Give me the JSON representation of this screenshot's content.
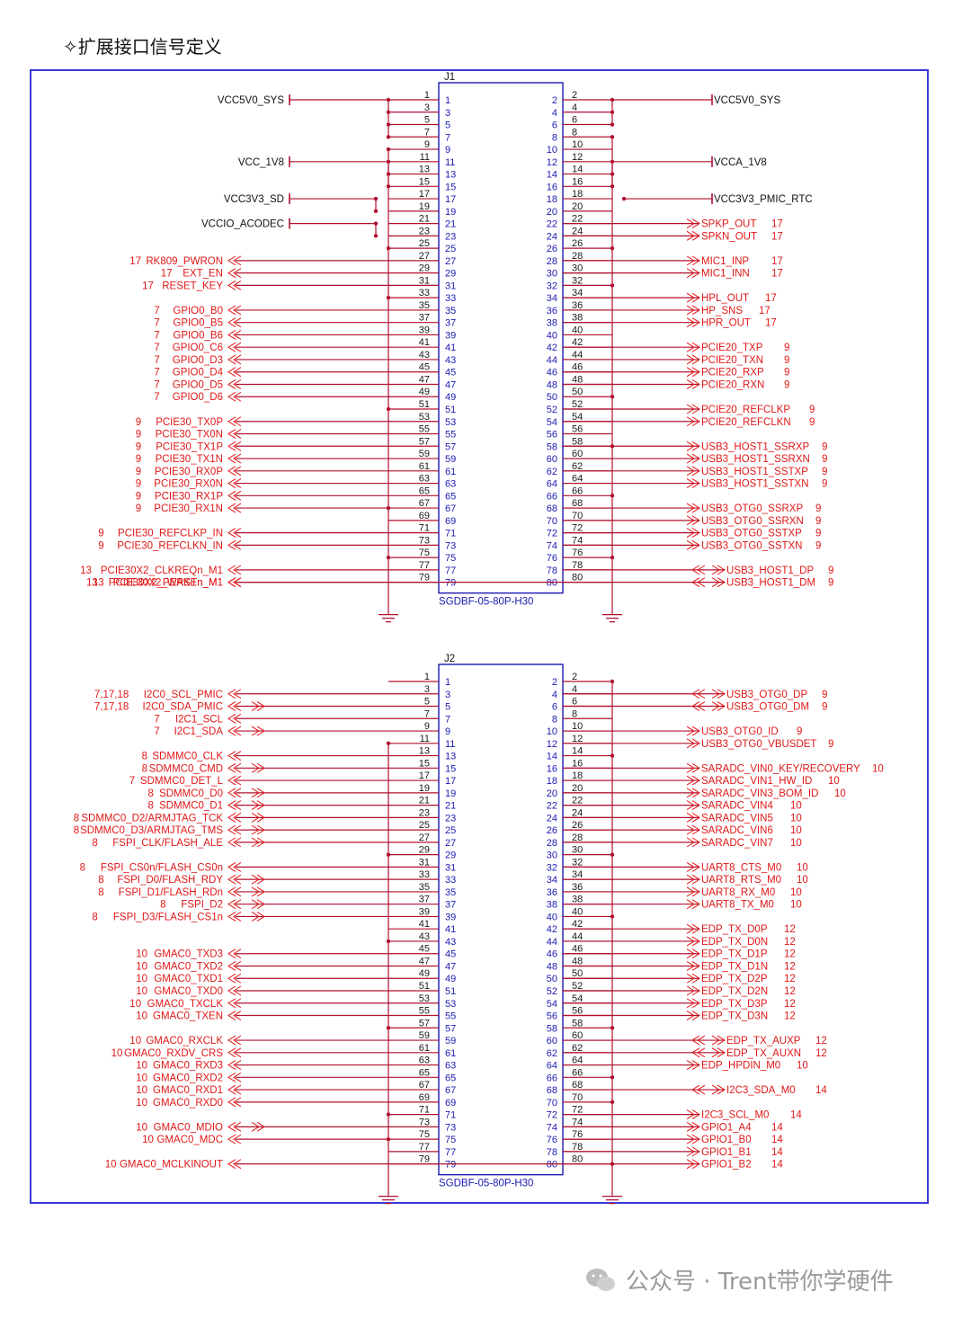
{
  "title": "✧扩展接口信号定义",
  "watermark": "公众号 · Trent带你学硬件",
  "colors": {
    "wire": "#b01030",
    "label": "#e01818",
    "frame": "#3a3ad8",
    "box": "#1b1bb0"
  },
  "connectors": [
    {
      "ref": "J1",
      "part": "SGDBF-05-80P-H30",
      "gnd_odd": [
        9,
        25,
        33,
        51,
        67,
        75
      ],
      "gnd_even": [
        8,
        26,
        32,
        50,
        58,
        66,
        76
      ],
      "left": [
        {
          "pins": [
            1,
            3,
            5,
            7
          ],
          "label": "VCC5V0_SYS",
          "ref": "",
          "type": "power"
        },
        {
          "pins": [
            11,
            13,
            15
          ],
          "label": "VCC_1V8",
          "ref": "",
          "type": "power"
        },
        {
          "pins": [
            17,
            19
          ],
          "label": "VCC3V3_SD",
          "ref": "",
          "type": "power"
        },
        {
          "pins": [
            21,
            23
          ],
          "label": "VCCIO_ACODEC",
          "ref": "",
          "type": "power"
        },
        {
          "pins": [
            27
          ],
          "label": "RK809_PWRON",
          "ref": "17",
          "type": "in"
        },
        {
          "pins": [
            29
          ],
          "label": "EXT_EN",
          "ref": "17",
          "type": "in"
        },
        {
          "pins": [
            31
          ],
          "label": "RESET_KEY",
          "ref": "17",
          "type": "in"
        },
        {
          "pins": [
            35
          ],
          "label": "GPIO0_B0",
          "ref": "7",
          "type": "in"
        },
        {
          "pins": [
            37
          ],
          "label": "GPIO0_B5",
          "ref": "7",
          "type": "in"
        },
        {
          "pins": [
            39
          ],
          "label": "GPIO0_B6",
          "ref": "7",
          "type": "in"
        },
        {
          "pins": [
            41
          ],
          "label": "GPIO0_C6",
          "ref": "7",
          "type": "in"
        },
        {
          "pins": [
            43
          ],
          "label": "GPIO0_D3",
          "ref": "7",
          "type": "in"
        },
        {
          "pins": [
            45
          ],
          "label": "GPIO0_D4",
          "ref": "7",
          "type": "in"
        },
        {
          "pins": [
            47
          ],
          "label": "GPIO0_D5",
          "ref": "7",
          "type": "in"
        },
        {
          "pins": [
            49
          ],
          "label": "GPIO0_D6",
          "ref": "7",
          "type": "in"
        },
        {
          "pins": [
            53
          ],
          "label": "PCIE30_TX0P",
          "ref": "9",
          "type": "in"
        },
        {
          "pins": [
            55
          ],
          "label": "PCIE30_TX0N",
          "ref": "9",
          "type": "in"
        },
        {
          "pins": [
            57
          ],
          "label": "PCIE30_TX1P",
          "ref": "9",
          "type": "in"
        },
        {
          "pins": [
            59
          ],
          "label": "PCIE30_TX1N",
          "ref": "9",
          "type": "in"
        },
        {
          "pins": [
            61
          ],
          "label": "PCIE30_RX0P",
          "ref": "9",
          "type": "in"
        },
        {
          "pins": [
            63
          ],
          "label": "PCIE30_RX0N",
          "ref": "9",
          "type": "in"
        },
        {
          "pins": [
            65
          ],
          "label": "PCIE30_RX1P",
          "ref": "9",
          "type": "in"
        },
        {
          "pins": [
            67
          ],
          "label": "PCIE30_RX1N",
          "ref": "9",
          "type": "in"
        },
        {
          "pins": [
            71
          ],
          "label": "PCIE30_REFCLKP_IN",
          "ref": "9",
          "type": "in"
        },
        {
          "pins": [
            73
          ],
          "label": "PCIE30_REFCLKN_IN",
          "ref": "9",
          "type": "in"
        },
        {
          "pins": [
            77
          ],
          "label": "PCIE30X2_CLKREQn_M1",
          "ref": "13",
          "type": "in"
        },
        {
          "pins": [
            79
          ],
          "label": "PCIE30X2_WAKEn_M1",
          "ref": "13",
          "type": "in"
        },
        {
          "pins": [
            80
          ],
          "label": "PCIE30X2_PERSTn_M1",
          "ref": "13",
          "type": "in"
        }
      ],
      "right": [
        {
          "pins": [
            2,
            4,
            6
          ],
          "label": "VCC5V0_SYS",
          "ref": "",
          "type": "power"
        },
        {
          "pins": [
            12,
            14,
            16
          ],
          "label": "VCCA_1V8",
          "ref": "",
          "type": "power"
        },
        {
          "pins": [
            18
          ],
          "label": "VCC3V3_PMIC_RTC",
          "ref": "",
          "type": "power"
        },
        {
          "pins": [
            22
          ],
          "label": "SPKP_OUT",
          "ref": "17",
          "type": "out"
        },
        {
          "pins": [
            24
          ],
          "label": "SPKN_OUT",
          "ref": "17",
          "type": "out"
        },
        {
          "pins": [
            28
          ],
          "label": "MIC1_INP",
          "ref": "17",
          "type": "in"
        },
        {
          "pins": [
            30
          ],
          "label": "MIC1_INN",
          "ref": "17",
          "type": "in"
        },
        {
          "pins": [
            34
          ],
          "label": "HPL_OUT",
          "ref": "17",
          "type": "out"
        },
        {
          "pins": [
            36
          ],
          "label": "HP_SNS",
          "ref": "17",
          "type": "in"
        },
        {
          "pins": [
            38
          ],
          "label": "HPR_OUT",
          "ref": "17",
          "type": "out"
        },
        {
          "pins": [
            42
          ],
          "label": "PCIE20_TXP",
          "ref": "9",
          "type": "in"
        },
        {
          "pins": [
            44
          ],
          "label": "PCIE20_TXN",
          "ref": "9",
          "type": "in"
        },
        {
          "pins": [
            46
          ],
          "label": "PCIE20_RXP",
          "ref": "9",
          "type": "in"
        },
        {
          "pins": [
            48
          ],
          "label": "PCIE20_RXN",
          "ref": "9",
          "type": "in"
        },
        {
          "pins": [
            52
          ],
          "label": "PCIE20_REFCLKP",
          "ref": "9",
          "type": "out"
        },
        {
          "pins": [
            54
          ],
          "label": "PCIE20_REFCLKN",
          "ref": "9",
          "type": "out"
        },
        {
          "pins": [
            58
          ],
          "label": "USB3_HOST1_SSRXP",
          "ref": "9",
          "type": "in"
        },
        {
          "pins": [
            60
          ],
          "label": "USB3_HOST1_SSRXN",
          "ref": "9",
          "type": "in"
        },
        {
          "pins": [
            62
          ],
          "label": "USB3_HOST1_SSTXP",
          "ref": "9",
          "type": "in"
        },
        {
          "pins": [
            64
          ],
          "label": "USB3_HOST1_SSTXN",
          "ref": "9",
          "type": "in"
        },
        {
          "pins": [
            68
          ],
          "label": "USB3_OTG0_SSRXP",
          "ref": "9",
          "type": "in"
        },
        {
          "pins": [
            70
          ],
          "label": "USB3_OTG0_SSRXN",
          "ref": "9",
          "type": "in"
        },
        {
          "pins": [
            72
          ],
          "label": "USB3_OTG0_SSTXP",
          "ref": "9",
          "type": "in"
        },
        {
          "pins": [
            74
          ],
          "label": "USB3_OTG0_SSTXN",
          "ref": "9",
          "type": "in"
        },
        {
          "pins": [
            78
          ],
          "label": "USB3_HOST1_DP",
          "ref": "9",
          "type": "bi"
        },
        {
          "pins": [
            80
          ],
          "label": "USB3_HOST1_DM",
          "ref": "9",
          "type": "bi"
        }
      ]
    },
    {
      "ref": "J2",
      "part": "SGDBF-05-80P-H30",
      "gnd_odd": [
        11,
        29,
        43,
        57,
        71,
        75
      ],
      "gnd_even": [
        2,
        14,
        30,
        40,
        58,
        66,
        70,
        80
      ],
      "left": [
        {
          "pins": [
            3
          ],
          "label": "I2C0_SCL_PMIC",
          "ref": "7,17,18",
          "type": "in"
        },
        {
          "pins": [
            5
          ],
          "label": "I2C0_SDA_PMIC",
          "ref": "7,17,18",
          "type": "bi"
        },
        {
          "pins": [
            7
          ],
          "label": "I2C1_SCL",
          "ref": "7",
          "type": "in"
        },
        {
          "pins": [
            9
          ],
          "label": "I2C1_SDA",
          "ref": "7",
          "type": "bi"
        },
        {
          "pins": [
            13
          ],
          "label": "SDMMC0_CLK",
          "ref": "8",
          "type": "in"
        },
        {
          "pins": [
            15
          ],
          "label": "SDMMC0_CMD",
          "ref": "8",
          "type": "bi"
        },
        {
          "pins": [
            17
          ],
          "label": "SDMMC0_DET_L",
          "ref": "7",
          "type": "in"
        },
        {
          "pins": [
            19
          ],
          "label": "SDMMC0_D0",
          "ref": "8",
          "type": "bi"
        },
        {
          "pins": [
            21
          ],
          "label": "SDMMC0_D1",
          "ref": "8",
          "type": "bi"
        },
        {
          "pins": [
            23
          ],
          "label": "SDMMC0_D2/ARMJTAG_TCK",
          "ref": "8",
          "type": "bi"
        },
        {
          "pins": [
            25
          ],
          "label": "SDMMC0_D3/ARMJTAG_TMS",
          "ref": "8",
          "type": "bi"
        },
        {
          "pins": [
            27
          ],
          "label": "FSPI_CLK/FLASH_ALE",
          "ref": "8",
          "type": "bi"
        },
        {
          "pins": [
            31
          ],
          "label": "FSPI_CS0n/FLASH_CS0n",
          "ref": "8",
          "type": "in"
        },
        {
          "pins": [
            33
          ],
          "label": "FSPI_D0/FLASH_RDY",
          "ref": "8",
          "type": "bi"
        },
        {
          "pins": [
            35
          ],
          "label": "FSPI_D1/FLASH_RDn",
          "ref": "8",
          "type": "bi"
        },
        {
          "pins": [
            37
          ],
          "label": "FSPI_D2",
          "ref": "8",
          "type": "bi"
        },
        {
          "pins": [
            39
          ],
          "label": "FSPI_D3/FLASH_CS1n",
          "ref": "8",
          "type": "bi"
        },
        {
          "pins": [
            45
          ],
          "label": "GMAC0_TXD3",
          "ref": "10",
          "type": "in"
        },
        {
          "pins": [
            47
          ],
          "label": "GMAC0_TXD2",
          "ref": "10",
          "type": "in"
        },
        {
          "pins": [
            49
          ],
          "label": "GMAC0_TXD1",
          "ref": "10",
          "type": "in"
        },
        {
          "pins": [
            51
          ],
          "label": "GMAC0_TXD0",
          "ref": "10",
          "type": "in"
        },
        {
          "pins": [
            53
          ],
          "label": "GMAC0_TXCLK",
          "ref": "10",
          "type": "in"
        },
        {
          "pins": [
            55
          ],
          "label": "GMAC0_TXEN",
          "ref": "10",
          "type": "in"
        },
        {
          "pins": [
            59
          ],
          "label": "GMAC0_RXCLK",
          "ref": "10",
          "type": "in"
        },
        {
          "pins": [
            61
          ],
          "label": "GMAC0_RXDV_CRS",
          "ref": "10",
          "type": "in"
        },
        {
          "pins": [
            63
          ],
          "label": "GMAC0_RXD3",
          "ref": "10",
          "type": "in"
        },
        {
          "pins": [
            65
          ],
          "label": "GMAC0_RXD2",
          "ref": "10",
          "type": "in"
        },
        {
          "pins": [
            67
          ],
          "label": "GMAC0_RXD1",
          "ref": "10",
          "type": "in"
        },
        {
          "pins": [
            69
          ],
          "label": "GMAC0_RXD0",
          "ref": "10",
          "type": "in"
        },
        {
          "pins": [
            73
          ],
          "label": "GMAC0_MDIO",
          "ref": "10",
          "type": "bi"
        },
        {
          "pins": [
            75
          ],
          "label": "GMAC0_MDC",
          "ref": "10",
          "type": "in"
        },
        {
          "pins": [
            79
          ],
          "label": "GMAC0_MCLKINOUT",
          "ref": "10",
          "type": "in"
        }
      ],
      "right": [
        {
          "pins": [
            4
          ],
          "label": "USB3_OTG0_DP",
          "ref": "9",
          "type": "bi"
        },
        {
          "pins": [
            6
          ],
          "label": "USB3_OTG0_DM",
          "ref": "9",
          "type": "bi"
        },
        {
          "pins": [
            10
          ],
          "label": "USB3_OTG0_ID",
          "ref": "9",
          "type": "in"
        },
        {
          "pins": [
            12
          ],
          "label": "USB3_OTG0_VBUSDET",
          "ref": "9",
          "type": "in"
        },
        {
          "pins": [
            16
          ],
          "label": "SARADC_VIN0_KEY/RECOVERY",
          "ref": "10",
          "type": "in"
        },
        {
          "pins": [
            18
          ],
          "label": "SARADC_VIN1_HW_ID",
          "ref": "10",
          "type": "in"
        },
        {
          "pins": [
            20
          ],
          "label": "SARADC_VIN3_BOM_ID",
          "ref": "10",
          "type": "in"
        },
        {
          "pins": [
            22
          ],
          "label": "SARADC_VIN4",
          "ref": "10",
          "type": "in"
        },
        {
          "pins": [
            24
          ],
          "label": "SARADC_VIN5",
          "ref": "10",
          "type": "in"
        },
        {
          "pins": [
            26
          ],
          "label": "SARADC_VIN6",
          "ref": "10",
          "type": "in"
        },
        {
          "pins": [
            28
          ],
          "label": "SARADC_VIN7",
          "ref": "10",
          "type": "in"
        },
        {
          "pins": [
            32
          ],
          "label": "UART8_CTS_M0",
          "ref": "10",
          "type": "in"
        },
        {
          "pins": [
            34
          ],
          "label": "UART8_RTS_M0",
          "ref": "10",
          "type": "in"
        },
        {
          "pins": [
            36
          ],
          "label": "UART8_RX_M0",
          "ref": "10",
          "type": "in"
        },
        {
          "pins": [
            38
          ],
          "label": "UART8_TX_M0",
          "ref": "10",
          "type": "in"
        },
        {
          "pins": [
            42
          ],
          "label": "EDP_TX_D0P",
          "ref": "12",
          "type": "in"
        },
        {
          "pins": [
            44
          ],
          "label": "EDP_TX_D0N",
          "ref": "12",
          "type": "in"
        },
        {
          "pins": [
            46
          ],
          "label": "EDP_TX_D1P",
          "ref": "12",
          "type": "in"
        },
        {
          "pins": [
            48
          ],
          "label": "EDP_TX_D1N",
          "ref": "12",
          "type": "in"
        },
        {
          "pins": [
            50
          ],
          "label": "EDP_TX_D2P",
          "ref": "12",
          "type": "in"
        },
        {
          "pins": [
            52
          ],
          "label": "EDP_TX_D2N",
          "ref": "12",
          "type": "in"
        },
        {
          "pins": [
            54
          ],
          "label": "EDP_TX_D3P",
          "ref": "12",
          "type": "in"
        },
        {
          "pins": [
            56
          ],
          "label": "EDP_TX_D3N",
          "ref": "12",
          "type": "in"
        },
        {
          "pins": [
            60
          ],
          "label": "EDP_TX_AUXP",
          "ref": "12",
          "type": "bi"
        },
        {
          "pins": [
            62
          ],
          "label": "EDP_TX_AUXN",
          "ref": "12",
          "type": "bi"
        },
        {
          "pins": [
            64
          ],
          "label": "EDP_HPDIN_M0",
          "ref": "10",
          "type": "out"
        },
        {
          "pins": [
            68
          ],
          "label": "I2C3_SDA_M0",
          "ref": "14",
          "type": "bi"
        },
        {
          "pins": [
            72
          ],
          "label": "I2C3_SCL_M0",
          "ref": "14",
          "type": "in"
        },
        {
          "pins": [
            74
          ],
          "label": "GPIO1_A4",
          "ref": "14",
          "type": "in"
        },
        {
          "pins": [
            76
          ],
          "label": "GPIO1_B0",
          "ref": "14",
          "type": "in"
        },
        {
          "pins": [
            78
          ],
          "label": "GPIO1_B1",
          "ref": "14",
          "type": "in"
        },
        {
          "pins": [
            79
          ],
          "label": "GPIO1_B2",
          "ref": "14",
          "type": "in"
        }
      ]
    }
  ]
}
